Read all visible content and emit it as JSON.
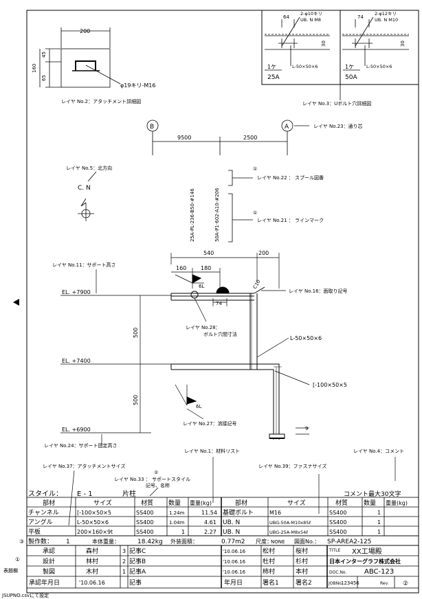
{
  "detail_attachment": {
    "dim_width": "200",
    "dim_top": "45",
    "dim_bottom": "65",
    "dim_height": "160",
    "hole_note": "φ19キリ-M16",
    "layer_label": "レイヤ No.2：アタッチメント詳細図"
  },
  "ubolt_25a": {
    "dim_a": "64",
    "hole_note": "2-φ10キリ",
    "bolt_note": "UB. N M8",
    "dim_c": "30",
    "member": "L-50×50×6",
    "count": "1ケ",
    "size": "25A"
  },
  "ubolt_50a": {
    "dim_a": "74",
    "hole_note": "2-φ12キリ",
    "bolt_note": "UB. N M10",
    "dim_c": "30",
    "member": "L-50×50×6",
    "count": "1ケ",
    "size": "50A"
  },
  "ubolt_layer_label": "レイヤ No.3：Uボルト穴詳細図",
  "grid": {
    "b_label": "B",
    "a_label": "A",
    "dim_ba": "9500",
    "dim_a_right": "2500",
    "layer_label": "レイヤ No.23：通り芯"
  },
  "north": {
    "layer_label": "レイヤ No.5：北方向",
    "label": "C. N"
  },
  "spool": {
    "line1": "25A-PL-236-B50-#146",
    "line2": "50A-P1-602-A10-#206",
    "layer22_label": "レイヤ No.22 ： スプール図番",
    "layer21_label": "レイヤ No.21 ： ラインマーク",
    "marker": "①"
  },
  "support": {
    "dim_540": "540",
    "dim_200": "200",
    "dim_160": "160",
    "dim_180": "180",
    "dim_74": "74",
    "dim_500_top": "500",
    "dim_500_bottom": "500",
    "dim_9": "9",
    "el_top": "EL. +7900",
    "el_mid": "EL. +7400",
    "el_bot": "EL. +6900",
    "weld_6l": "6L",
    "weld_6l_bottom": "6L",
    "chamfer": "C10",
    "member_angle": "L-50×50×6",
    "member_channel": "[-100×50×5",
    "layer11_label": "レイヤ No.11：サポート高さ",
    "layer16_label": "レイヤ No.16：面取り記号",
    "layer28_label_1": "レイヤ No.28：",
    "layer28_label_2": "ボルト穴間寸法",
    "layer27_label": "レイヤ No.27：溶接記号",
    "layer24_label": "レイヤ No.24：サポート固定高さ",
    "layer1_label": "レイヤ No.1：材料リスト",
    "layer4_label": "レイヤ No.4：コメント",
    "layer37_label": "レイヤ No.37：アタッチメントサイズ",
    "layer39_label": "レイヤ No.39：ファスナサイズ",
    "layer33_label_1": "レイヤ No.33 ： サポートスタイル",
    "layer33_label_2": "記号、名称",
    "layer33_marker": "②"
  },
  "style_row": {
    "style_label": "スタイル：",
    "style_value": "E - 1",
    "style_name": "片柱",
    "comment_label": "コメント最大30文字"
  },
  "bom": {
    "headers": [
      "部材",
      "サイズ",
      "材質",
      "数量",
      "重量(kg)",
      "部材",
      "サイズ",
      "材質",
      "数量",
      "重量(kg)"
    ],
    "rows": [
      [
        "チャンネル",
        "[-100×50×5",
        "SS400",
        "1.24m",
        "11.54",
        "基礎ボルト",
        "M16",
        "SS400",
        "1",
        ""
      ],
      [
        "アングル",
        "L-50×50×6",
        "SS400",
        "1.04m",
        "4.61",
        "UB. N",
        "UBG-50A-M10x85ℓ",
        "SS400",
        "1",
        ""
      ],
      [
        "平板",
        "200×160×9t",
        "SS400",
        "1",
        "2.27",
        "UB. N",
        "UBG-25A-M8x54ℓ",
        "SS400",
        "1",
        ""
      ]
    ]
  },
  "summary": {
    "marker": "③",
    "qty_label": "製作数：",
    "qty_value": "1",
    "weight_label": "本体重量：",
    "weight_value": "18.42kg",
    "area_label": "外装面積：",
    "area_value": "0.77m2",
    "scale_label": "尺度：",
    "scale_value": "NONE",
    "drawing_no_label": "図面No.：",
    "drawing_no_value": "SP-AREA2-125"
  },
  "title_block": {
    "side_label": "表題欄",
    "side_marker": "①",
    "rows": [
      {
        "role": "承認",
        "name": "森村",
        "rev": "3",
        "note": "記事C",
        "date": "'10.06.16",
        "s1": "松村",
        "s2": "桜村"
      },
      {
        "role": "設計",
        "name": "林村",
        "rev": "2",
        "note": "記事B",
        "date": "'10.06.16",
        "s1": "杜村",
        "s2": "杉村"
      },
      {
        "role": "製図",
        "name": "木村",
        "rev": "1",
        "note": "記事A",
        "date": "'10.06.16",
        "s1": "柿村",
        "s2": "本村"
      },
      {
        "role": "承認年月日",
        "name": "'10.06.16",
        "rev": "",
        "note": "記事",
        "date": "年月日",
        "s1": "署名1",
        "s2": "署名2"
      }
    ],
    "title_label": "TITLE",
    "title_value": "XX工場殿",
    "company": "日本インターグラフ株式会社",
    "doc_label": "DOC.No.",
    "doc_value": "ABC-123",
    "job_label": "JOBNo.",
    "job_value": "123456",
    "rev_label": "Rev.",
    "rev_value": "②"
  },
  "footer": {
    "note": "JSUPNO.csvにて設定"
  }
}
